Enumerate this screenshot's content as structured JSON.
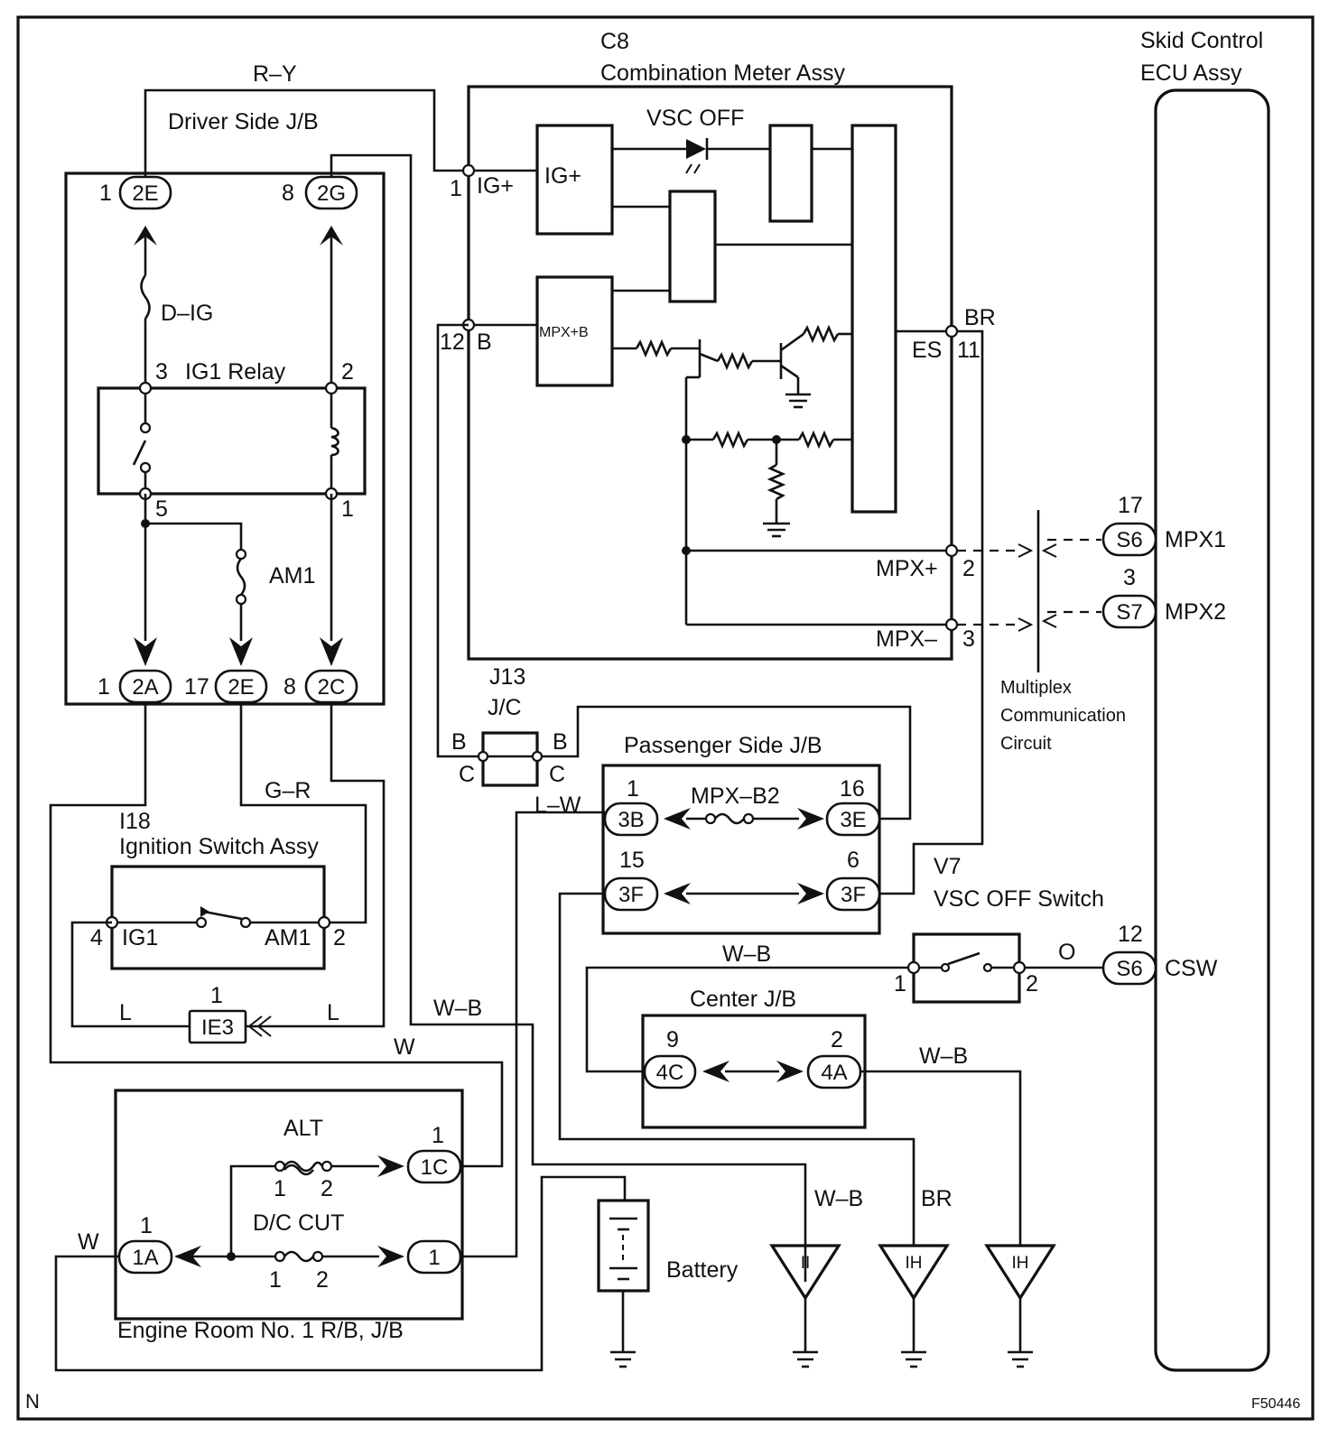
{
  "title_c8": "C8",
  "combination_meter": "Combination Meter Assy",
  "skid_ecu_line1": "Skid Control",
  "skid_ecu_line2": "ECU Assy",
  "driver_jb": "Driver Side J/B",
  "passenger_jb": "Passenger Side J/B",
  "center_jb": "Center J/B",
  "engine_room": "Engine Room No. 1 R/B, J/B",
  "ignition_code": "I18",
  "ignition_switch": "Ignition Switch Assy",
  "ig1_relay": "IG1 Relay",
  "vsc_off": "VSC OFF",
  "vsc_code": "V7",
  "vsc_switch": "VSC OFF Switch",
  "j13": "J13",
  "jc": "J/C",
  "battery": "Battery",
  "multiplex1": "Multiplex",
  "multiplex2": "Communication",
  "multiplex3": "Circuit",
  "fuses": {
    "d_ig": "D–IG",
    "am1": "AM1",
    "mpx_b2": "MPX–B2",
    "alt": "ALT",
    "dc_cut": "D/C CUT"
  },
  "wires": {
    "r_y": "R–Y",
    "br": "BR",
    "g_r": "G–R",
    "l_w": "L–W",
    "w_b": "W–B",
    "w": "W",
    "l": "L",
    "o": "O"
  },
  "meter_terms": {
    "ig_plus": "IG+",
    "b": "B",
    "es": "ES",
    "mpx_plus": "MPX+",
    "mpx_minus": "MPX–",
    "ig_box": "IG+",
    "mpx_b_box": "MPX+B"
  },
  "ecu_terms": {
    "mpx1": "MPX1",
    "mpx2": "MPX2",
    "csw": "CSW"
  },
  "switch_terms": {
    "ig1": "IG1",
    "am1": "AM1"
  },
  "jc_pins": {
    "b": "B",
    "c": "C"
  },
  "connectors": {
    "c_2E_top": "2E",
    "c_2G": "2G",
    "c_2A": "2A",
    "c_2E_bot": "2E",
    "c_2C": "2C",
    "c_3B": "3B",
    "c_3E": "3E",
    "c_3F_l": "3F",
    "c_3F_r": "3F",
    "c_4C": "4C",
    "c_4A": "4A",
    "c_1C": "1C",
    "c_1A": "1A",
    "c_1": "1",
    "c_S6_top": "S6",
    "c_S7": "S7",
    "c_S6_bot": "S6",
    "c_IE3": "IE3"
  },
  "grounds": {
    "ii": "II",
    "ih1": "IH",
    "ih2": "IH"
  },
  "pins": {
    "p_2E_top": "1",
    "p_2G": "8",
    "p_relay3": "3",
    "p_relay2": "2",
    "p_relay5": "5",
    "p_relay1": "1",
    "p_2A": "1",
    "p_2E_bot": "17",
    "p_2C": "8",
    "p_meter1": "1",
    "p_meter12": "12",
    "p_meter11": "11",
    "p_meter2": "2",
    "p_meter3": "3",
    "p_3B": "1",
    "p_3E": "16",
    "p_3F_l": "15",
    "p_3F_r": "6",
    "p_sw4": "4",
    "p_sw2": "2",
    "p_ie3": "1",
    "p_vsc1": "1",
    "p_vsc2": "2",
    "p_4C": "9",
    "p_4A": "2",
    "p_1C": "1",
    "p_1A": "1",
    "p_alt1": "1",
    "p_alt2": "2",
    "p_dc1": "1",
    "p_dc2": "2",
    "p_s6_17": "17",
    "p_s7_3": "3",
    "p_s6_12": "12"
  },
  "footer": {
    "n": "N",
    "code": "F50446"
  }
}
